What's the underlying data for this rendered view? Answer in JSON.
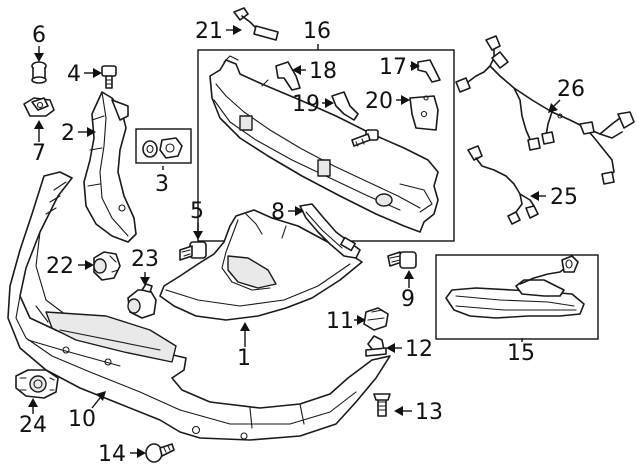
{
  "diagram": {
    "callouts": [
      "1",
      "2",
      "3",
      "4",
      "5",
      "6",
      "7",
      "8",
      "9",
      "10",
      "11",
      "12",
      "13",
      "14",
      "15",
      "16",
      "17",
      "18",
      "19",
      "20",
      "21",
      "22",
      "23",
      "24",
      "25",
      "26"
    ],
    "parts": [
      {
        "id": "1",
        "name": "bumper-cover-upper"
      },
      {
        "id": "2",
        "name": "side-bracket"
      },
      {
        "id": "3",
        "name": "clip-pair"
      },
      {
        "id": "4",
        "name": "bolt"
      },
      {
        "id": "5",
        "name": "bolt"
      },
      {
        "id": "6",
        "name": "push-pin"
      },
      {
        "id": "7",
        "name": "retainer-clip"
      },
      {
        "id": "8",
        "name": "guide-bracket"
      },
      {
        "id": "9",
        "name": "bolt"
      },
      {
        "id": "10",
        "name": "bumper-cover-lower"
      },
      {
        "id": "11",
        "name": "clip"
      },
      {
        "id": "12",
        "name": "push-clip"
      },
      {
        "id": "13",
        "name": "bolt"
      },
      {
        "id": "14",
        "name": "screw"
      },
      {
        "id": "15",
        "name": "lamp-assembly"
      },
      {
        "id": "16",
        "name": "impact-bar"
      },
      {
        "id": "17",
        "name": "bracket"
      },
      {
        "id": "18",
        "name": "bracket"
      },
      {
        "id": "19",
        "name": "bracket"
      },
      {
        "id": "20",
        "name": "bracket"
      },
      {
        "id": "21",
        "name": "connector-strap"
      },
      {
        "id": "22",
        "name": "park-sensor"
      },
      {
        "id": "23",
        "name": "park-sensor"
      },
      {
        "id": "24",
        "name": "sensor-bracket"
      },
      {
        "id": "25",
        "name": "wiring-harness"
      },
      {
        "id": "26",
        "name": "wiring-harness"
      }
    ]
  }
}
